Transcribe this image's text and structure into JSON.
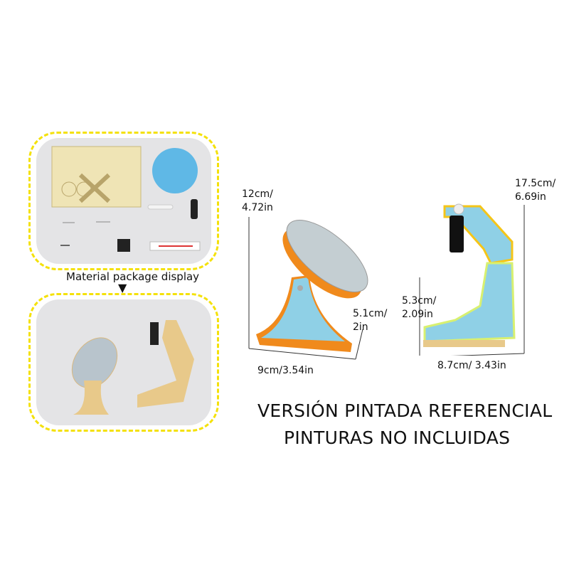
{
  "kit_panel": {
    "caption": "Material package display"
  },
  "dimensions": {
    "solar": {
      "height": "12cm/",
      "height_in": "4.72in",
      "depth": "5.1cm/",
      "depth_in": "2in",
      "width": "9cm/3.54in"
    },
    "arm": {
      "height": "17.5cm/",
      "height_in": "6.69in",
      "depth": "5.3cm/",
      "depth_in": "2.09in",
      "width": "8.7cm/ 3.43in"
    }
  },
  "notice": {
    "line1": "VERSIÓN PINTADA REFERENCIAL",
    "line2": "PINTURAS NO INCLUIDAS"
  },
  "colors": {
    "dash": "#f4e10a",
    "panel_bg": "#e4e4e6",
    "blue": "#8fd0e6",
    "orange": "#f08a1c",
    "wood": "#e8c98a"
  }
}
